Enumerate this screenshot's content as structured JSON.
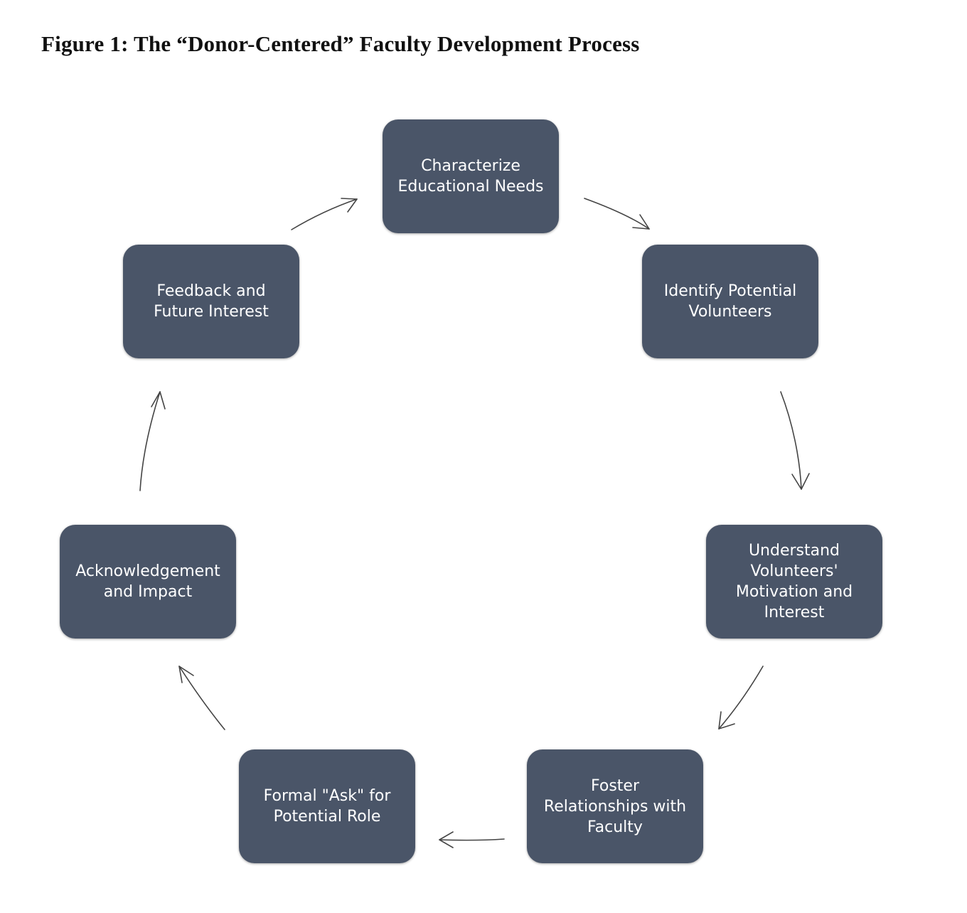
{
  "title": "Figure 1: The “Donor-Centered” Faculty Development Process",
  "colors": {
    "node_fill": "#4a5568",
    "node_text": "#ffffff",
    "arrow": "#444444"
  },
  "steps": [
    {
      "label": "Characterize\nEducational Needs"
    },
    {
      "label": "Identify Potential\nVolunteers"
    },
    {
      "label": "Understand\nVolunteers'\nMotivation and\nInterest"
    },
    {
      "label": "Foster\nRelationships with\nFaculty"
    },
    {
      "label": "Formal \"Ask\" for\nPotential Role"
    },
    {
      "label": "Acknowledgement\nand Impact"
    },
    {
      "label": "Feedback and\nFuture Interest"
    }
  ]
}
